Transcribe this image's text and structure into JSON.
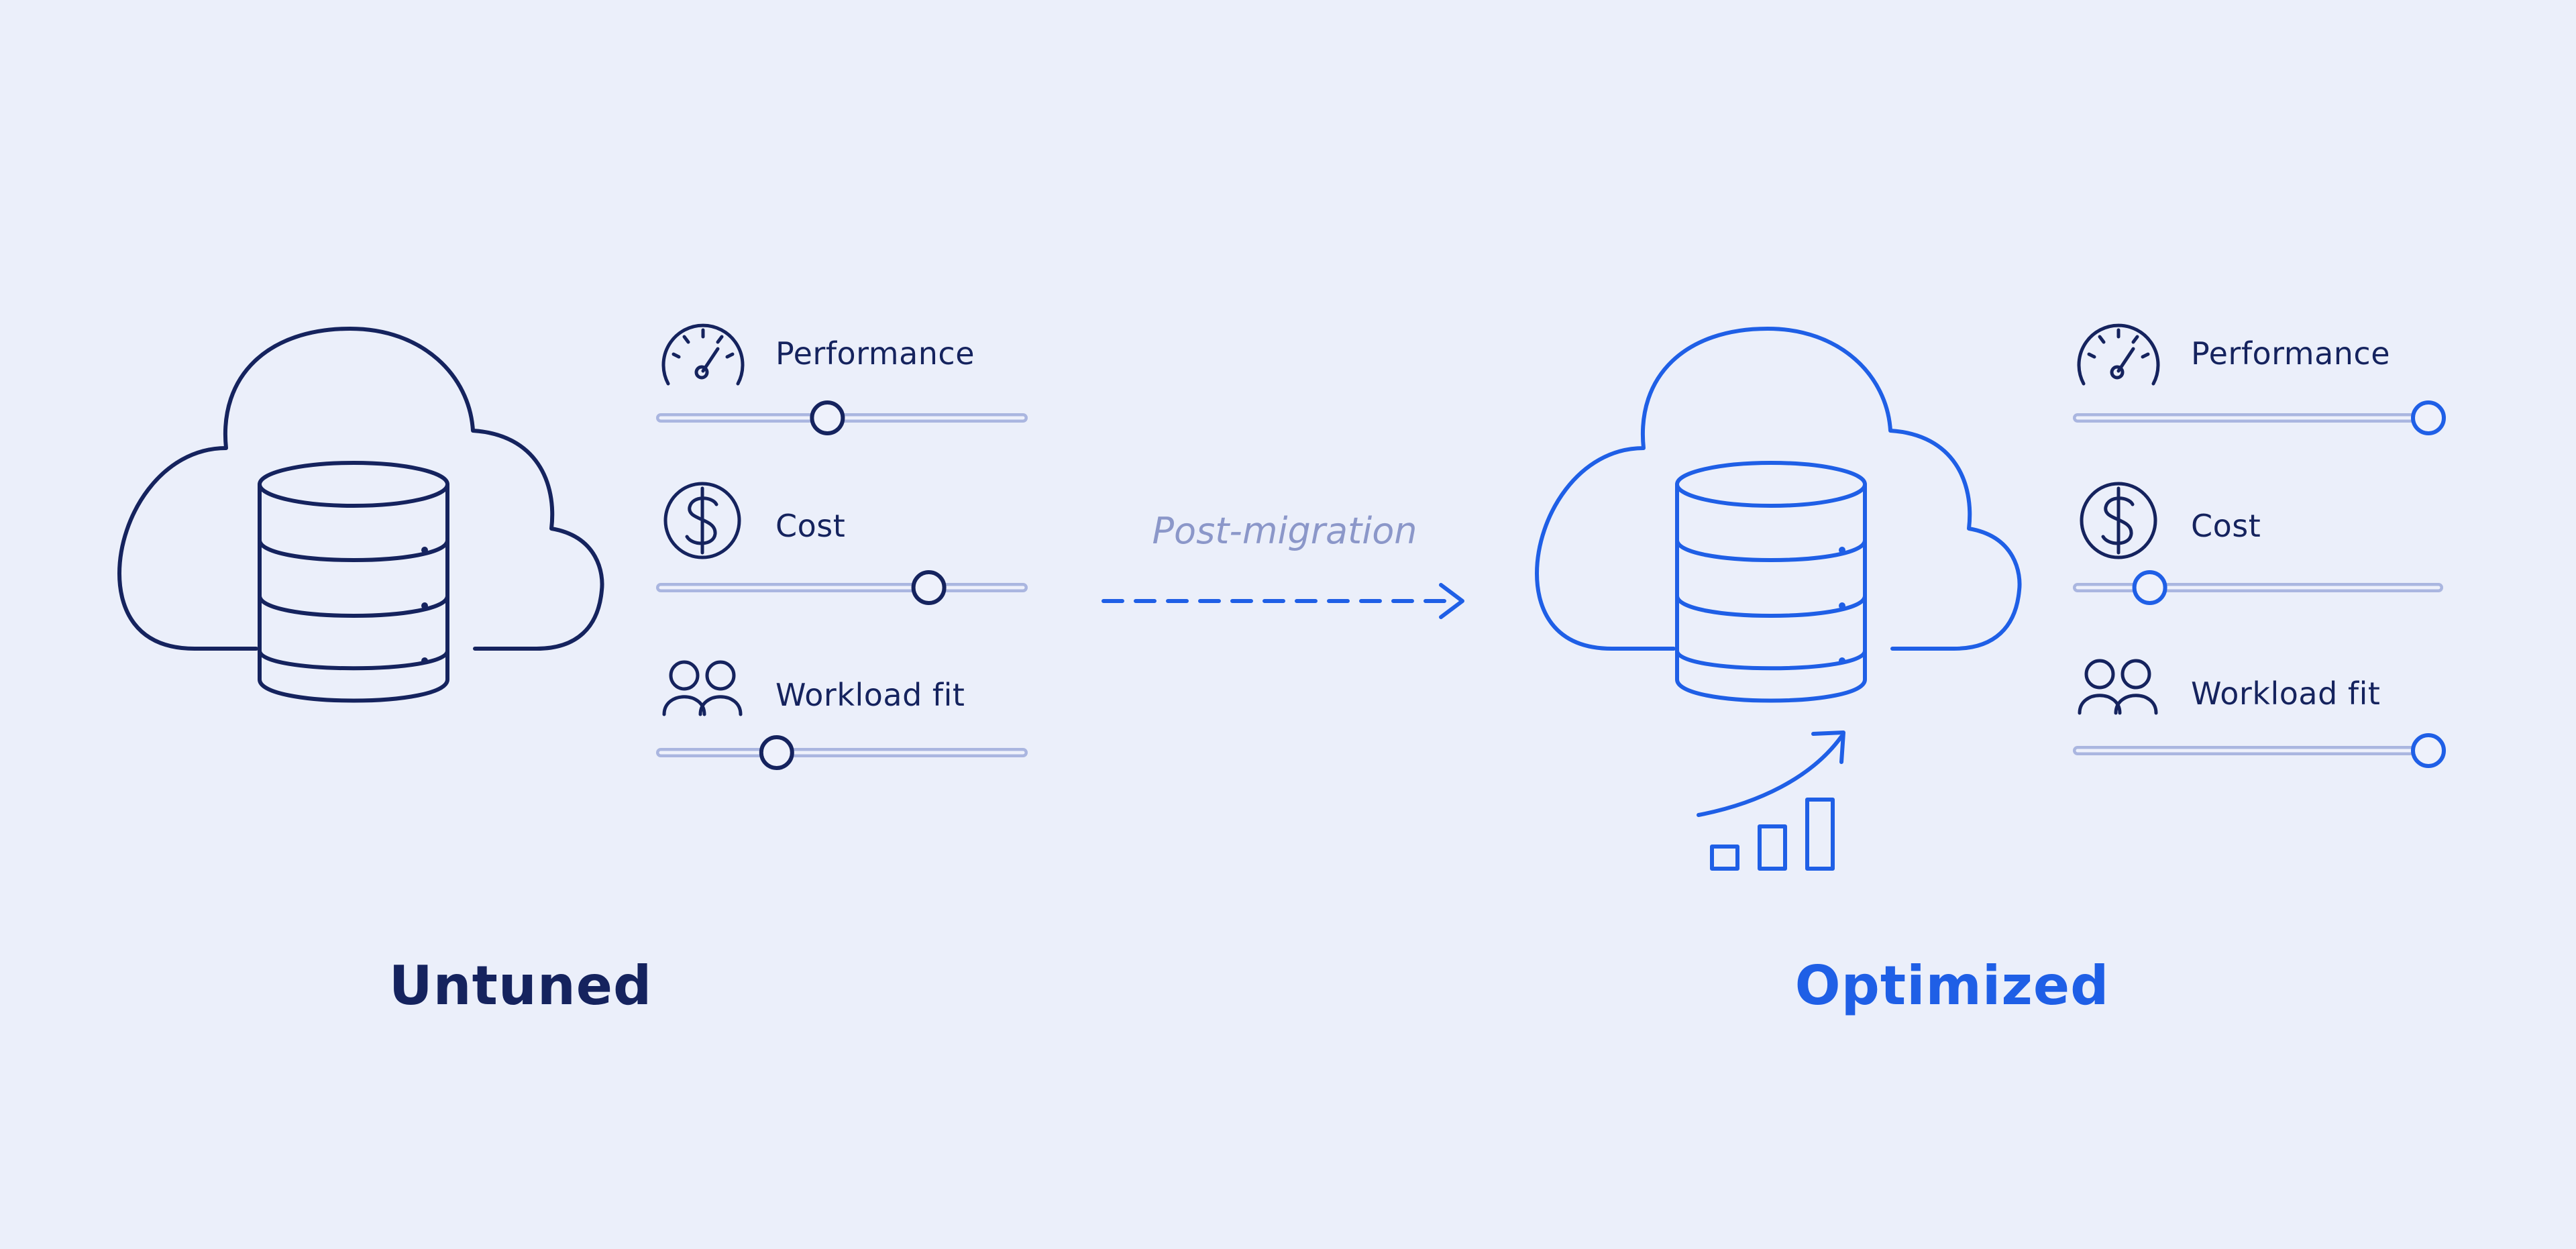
{
  "colors": {
    "background": "#ebeffa",
    "untuned": "#15235e",
    "optimized": "#1f5fe6",
    "arrow_label": "#8b97c9",
    "track": "#aab6e0",
    "knob_fill": "#eef1fb"
  },
  "untuned": {
    "title": "Untuned",
    "icon": "cloud-database-icon",
    "metrics": [
      {
        "label": "Performance",
        "icon": "speedometer-icon",
        "level": 0.46
      },
      {
        "label": "Cost",
        "icon": "dollar-coin-icon",
        "level": 0.74
      },
      {
        "label": "Workload fit",
        "icon": "users-icon",
        "level": 0.32
      }
    ]
  },
  "transition": {
    "label": "Post-migration",
    "icon": "dashed-arrow-right-icon"
  },
  "optimized": {
    "title": "Optimized",
    "icon": "cloud-database-icon",
    "growth_icon": "rising-bar-chart-icon",
    "metrics": [
      {
        "label": "Performance",
        "icon": "speedometer-icon",
        "level": 1.0
      },
      {
        "label": "Cost",
        "icon": "dollar-coin-icon",
        "level": 0.2
      },
      {
        "label": "Workload fit",
        "icon": "users-icon",
        "level": 1.0
      }
    ]
  }
}
